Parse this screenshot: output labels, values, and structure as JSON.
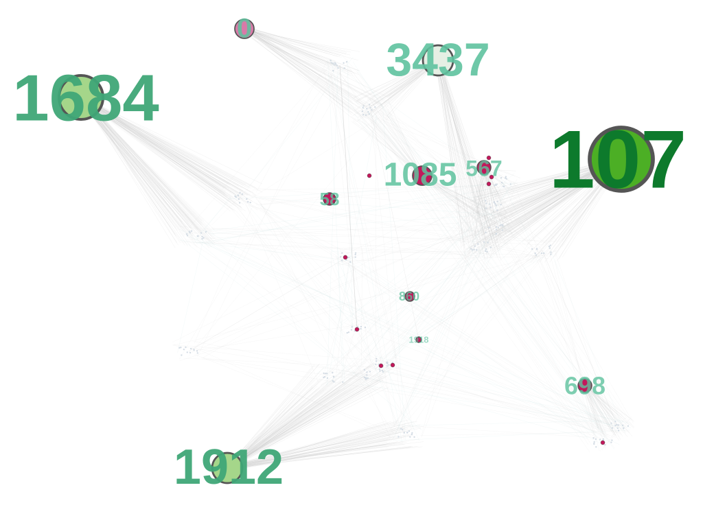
{
  "graph": {
    "colors": {
      "background": "#ffffff",
      "edge": "#c8c8c8",
      "edge_highlight": "#b0d8d8",
      "label_light": "#5ec29e",
      "label_mid": "#3fa677",
      "label_dark": "#0d7a2c",
      "node_pink": "#c2185b",
      "node_pink_fill": "#d87aa8",
      "node_light_green": "#a5d68a",
      "node_pale": "#e6efe4",
      "node_bright_green": "#4caf25",
      "node_outline": "#555555"
    },
    "hubs": [
      {
        "id": "hub-1684",
        "label": "1684"
      },
      {
        "id": "hub-107",
        "label": "107"
      },
      {
        "id": "hub-3437",
        "label": "3437"
      },
      {
        "id": "hub-0",
        "label": "0"
      },
      {
        "id": "hub-1912",
        "label": "1912"
      },
      {
        "id": "hub-1085",
        "label": "1085"
      },
      {
        "id": "hub-567",
        "label": "567"
      },
      {
        "id": "hub-58",
        "label": "58"
      },
      {
        "id": "hub-860",
        "label": "860"
      },
      {
        "id": "hub-698",
        "label": "698"
      },
      {
        "id": "hub-1918",
        "label": "1918"
      }
    ]
  }
}
